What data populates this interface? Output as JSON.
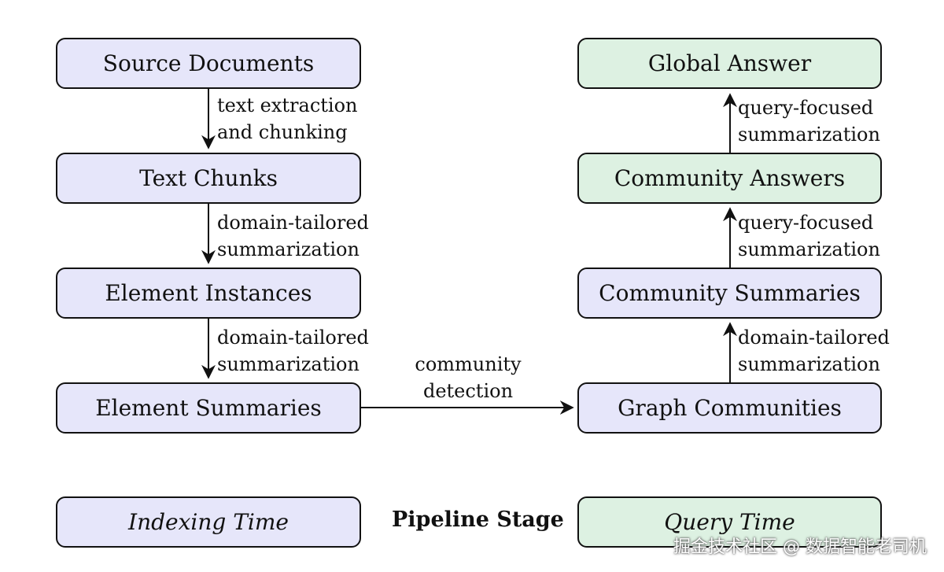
{
  "nodes": {
    "source_documents": "Source Documents",
    "text_chunks": "Text Chunks",
    "element_instances": "Element Instances",
    "element_summaries": "Element Summaries",
    "graph_communities": "Graph Communities",
    "community_summaries": "Community Summaries",
    "community_answers": "Community Answers",
    "global_answer": "Global Answer"
  },
  "edges": {
    "text_extraction": [
      "text extraction",
      "and chunking"
    ],
    "domain_tailored_1": [
      "domain-tailored",
      "summarization"
    ],
    "domain_tailored_2": [
      "domain-tailored",
      "summarization"
    ],
    "community_detection": [
      "community",
      "detection"
    ],
    "domain_tailored_3": [
      "domain-tailored",
      "summarization"
    ],
    "query_focused_1": [
      "query-focused",
      "summarization"
    ],
    "query_focused_2": [
      "query-focused",
      "summarization"
    ]
  },
  "legend": {
    "indexing_time": "Indexing Time",
    "title": "Pipeline Stage",
    "query_time": "Query Time"
  },
  "colors": {
    "indexing_fill": "#e6e6fa",
    "query_fill": "#ddf1e2",
    "stroke": "#111111"
  },
  "watermark": "掘金技术社区 @ 数据智能老司机"
}
